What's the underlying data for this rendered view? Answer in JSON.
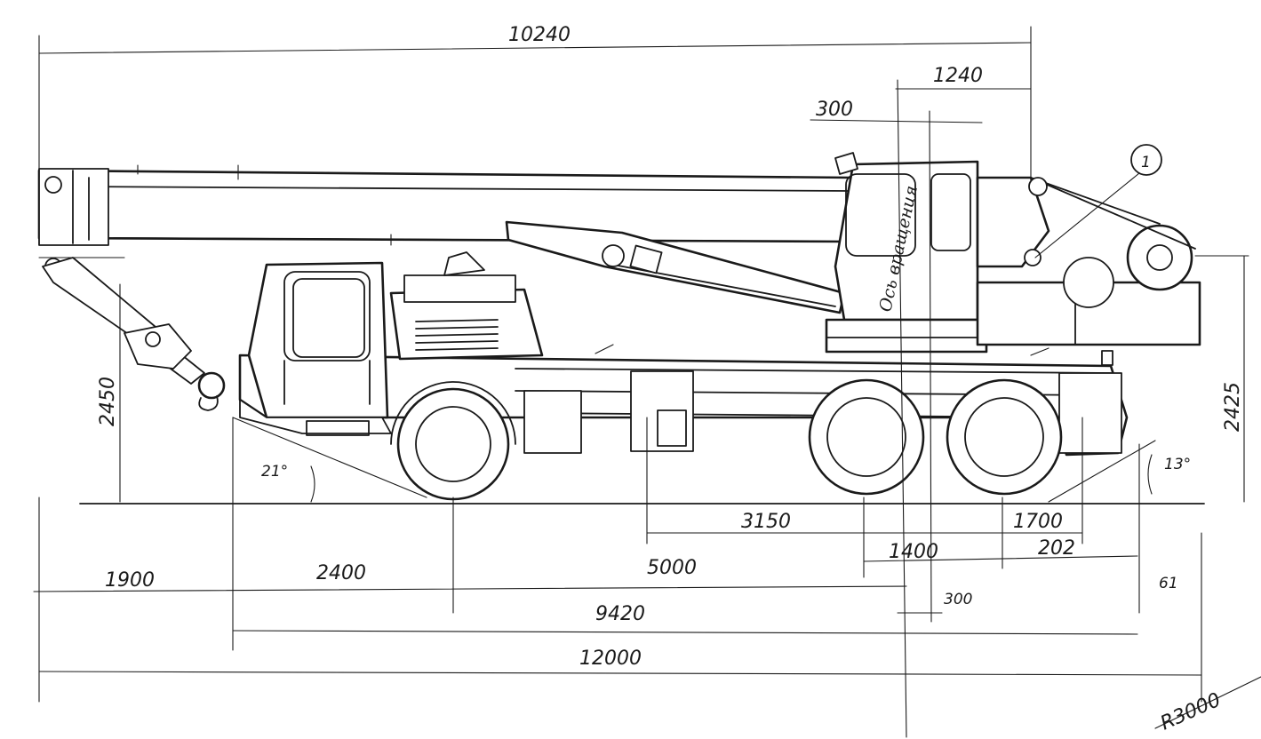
{
  "dimensions": {
    "overall_boom_length": "10240",
    "rear_to_axis": "1240",
    "axis_offset_top": "300",
    "front_overhang_height": "2450",
    "rear_height": "2425",
    "approach_angle": "21°",
    "departure_angle": "13°",
    "outrigger_span": "3150",
    "rear_outrigger_offset": "1700",
    "bogie_base": "1400",
    "rear_overhang_low": "202",
    "boom_tip_overhang": "1900",
    "front_overhang": "2400",
    "wheelbase": "5000",
    "axis_offset_bottom": "300",
    "tail_small": "61",
    "chassis_length": "9420",
    "overall_length": "12000",
    "turning_radius": "R3000"
  },
  "annotations": {
    "rotation_axis": "Ось вращения",
    "callout_1": "1"
  }
}
